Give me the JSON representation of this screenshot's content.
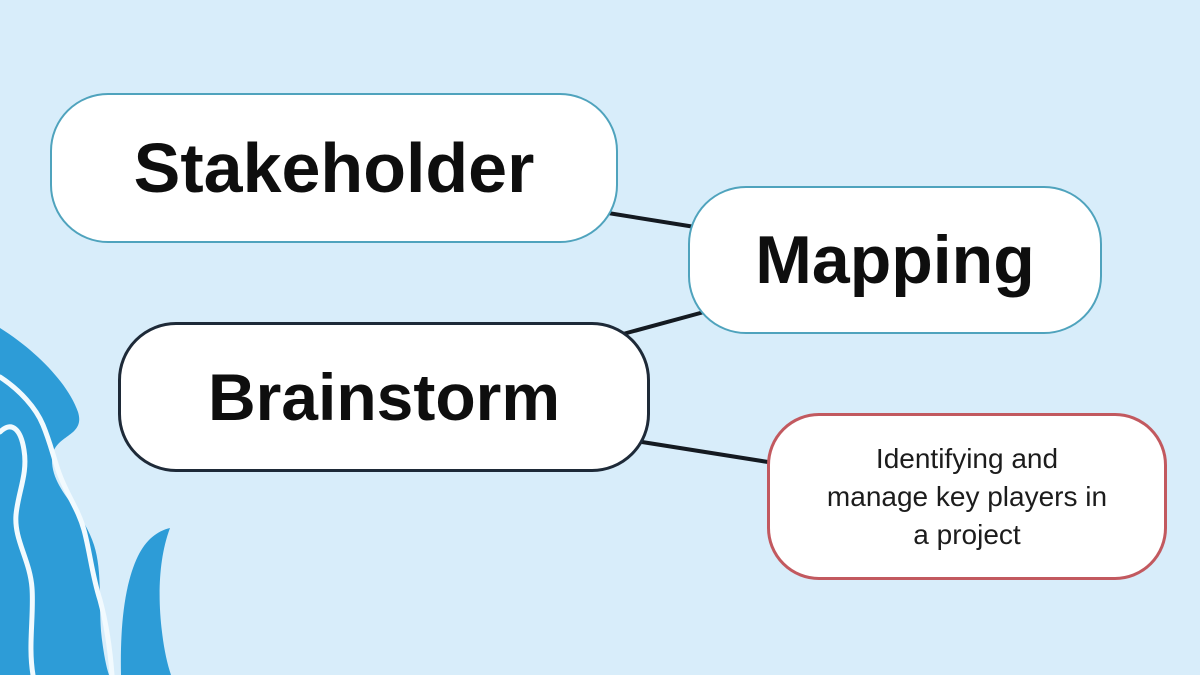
{
  "diagram": {
    "title_nodes_connected_as": "mind-map",
    "nodes": [
      {
        "id": "stakeholder",
        "label": "Stakeholder",
        "border_color": "#4fa3bd",
        "fill": "#ffffff"
      },
      {
        "id": "mapping",
        "label": "Mapping",
        "border_color": "#4fa3bd",
        "fill": "#ffffff"
      },
      {
        "id": "brainstorm",
        "label": "Brainstorm",
        "border_color": "#1e2a38",
        "fill": "#ffffff"
      },
      {
        "id": "note",
        "text": "Identifying and manage key players in a project",
        "lines": [
          "Identifying and",
          "manage key players in",
          "a project"
        ],
        "border_color": "#c2595f",
        "fill": "#ffffff"
      }
    ],
    "edges": [
      {
        "from": "stakeholder",
        "to": "mapping"
      },
      {
        "from": "brainstorm",
        "to": "mapping"
      },
      {
        "from": "brainstorm",
        "to": "note"
      }
    ]
  },
  "colors": {
    "background": "#d8edfa",
    "wave_blue": "#2d9cd7",
    "wave_line_white": "#f2fafe",
    "connector": "#141a21",
    "heading_text": "#0e0e0e",
    "note_text": "#1c1c1c"
  }
}
